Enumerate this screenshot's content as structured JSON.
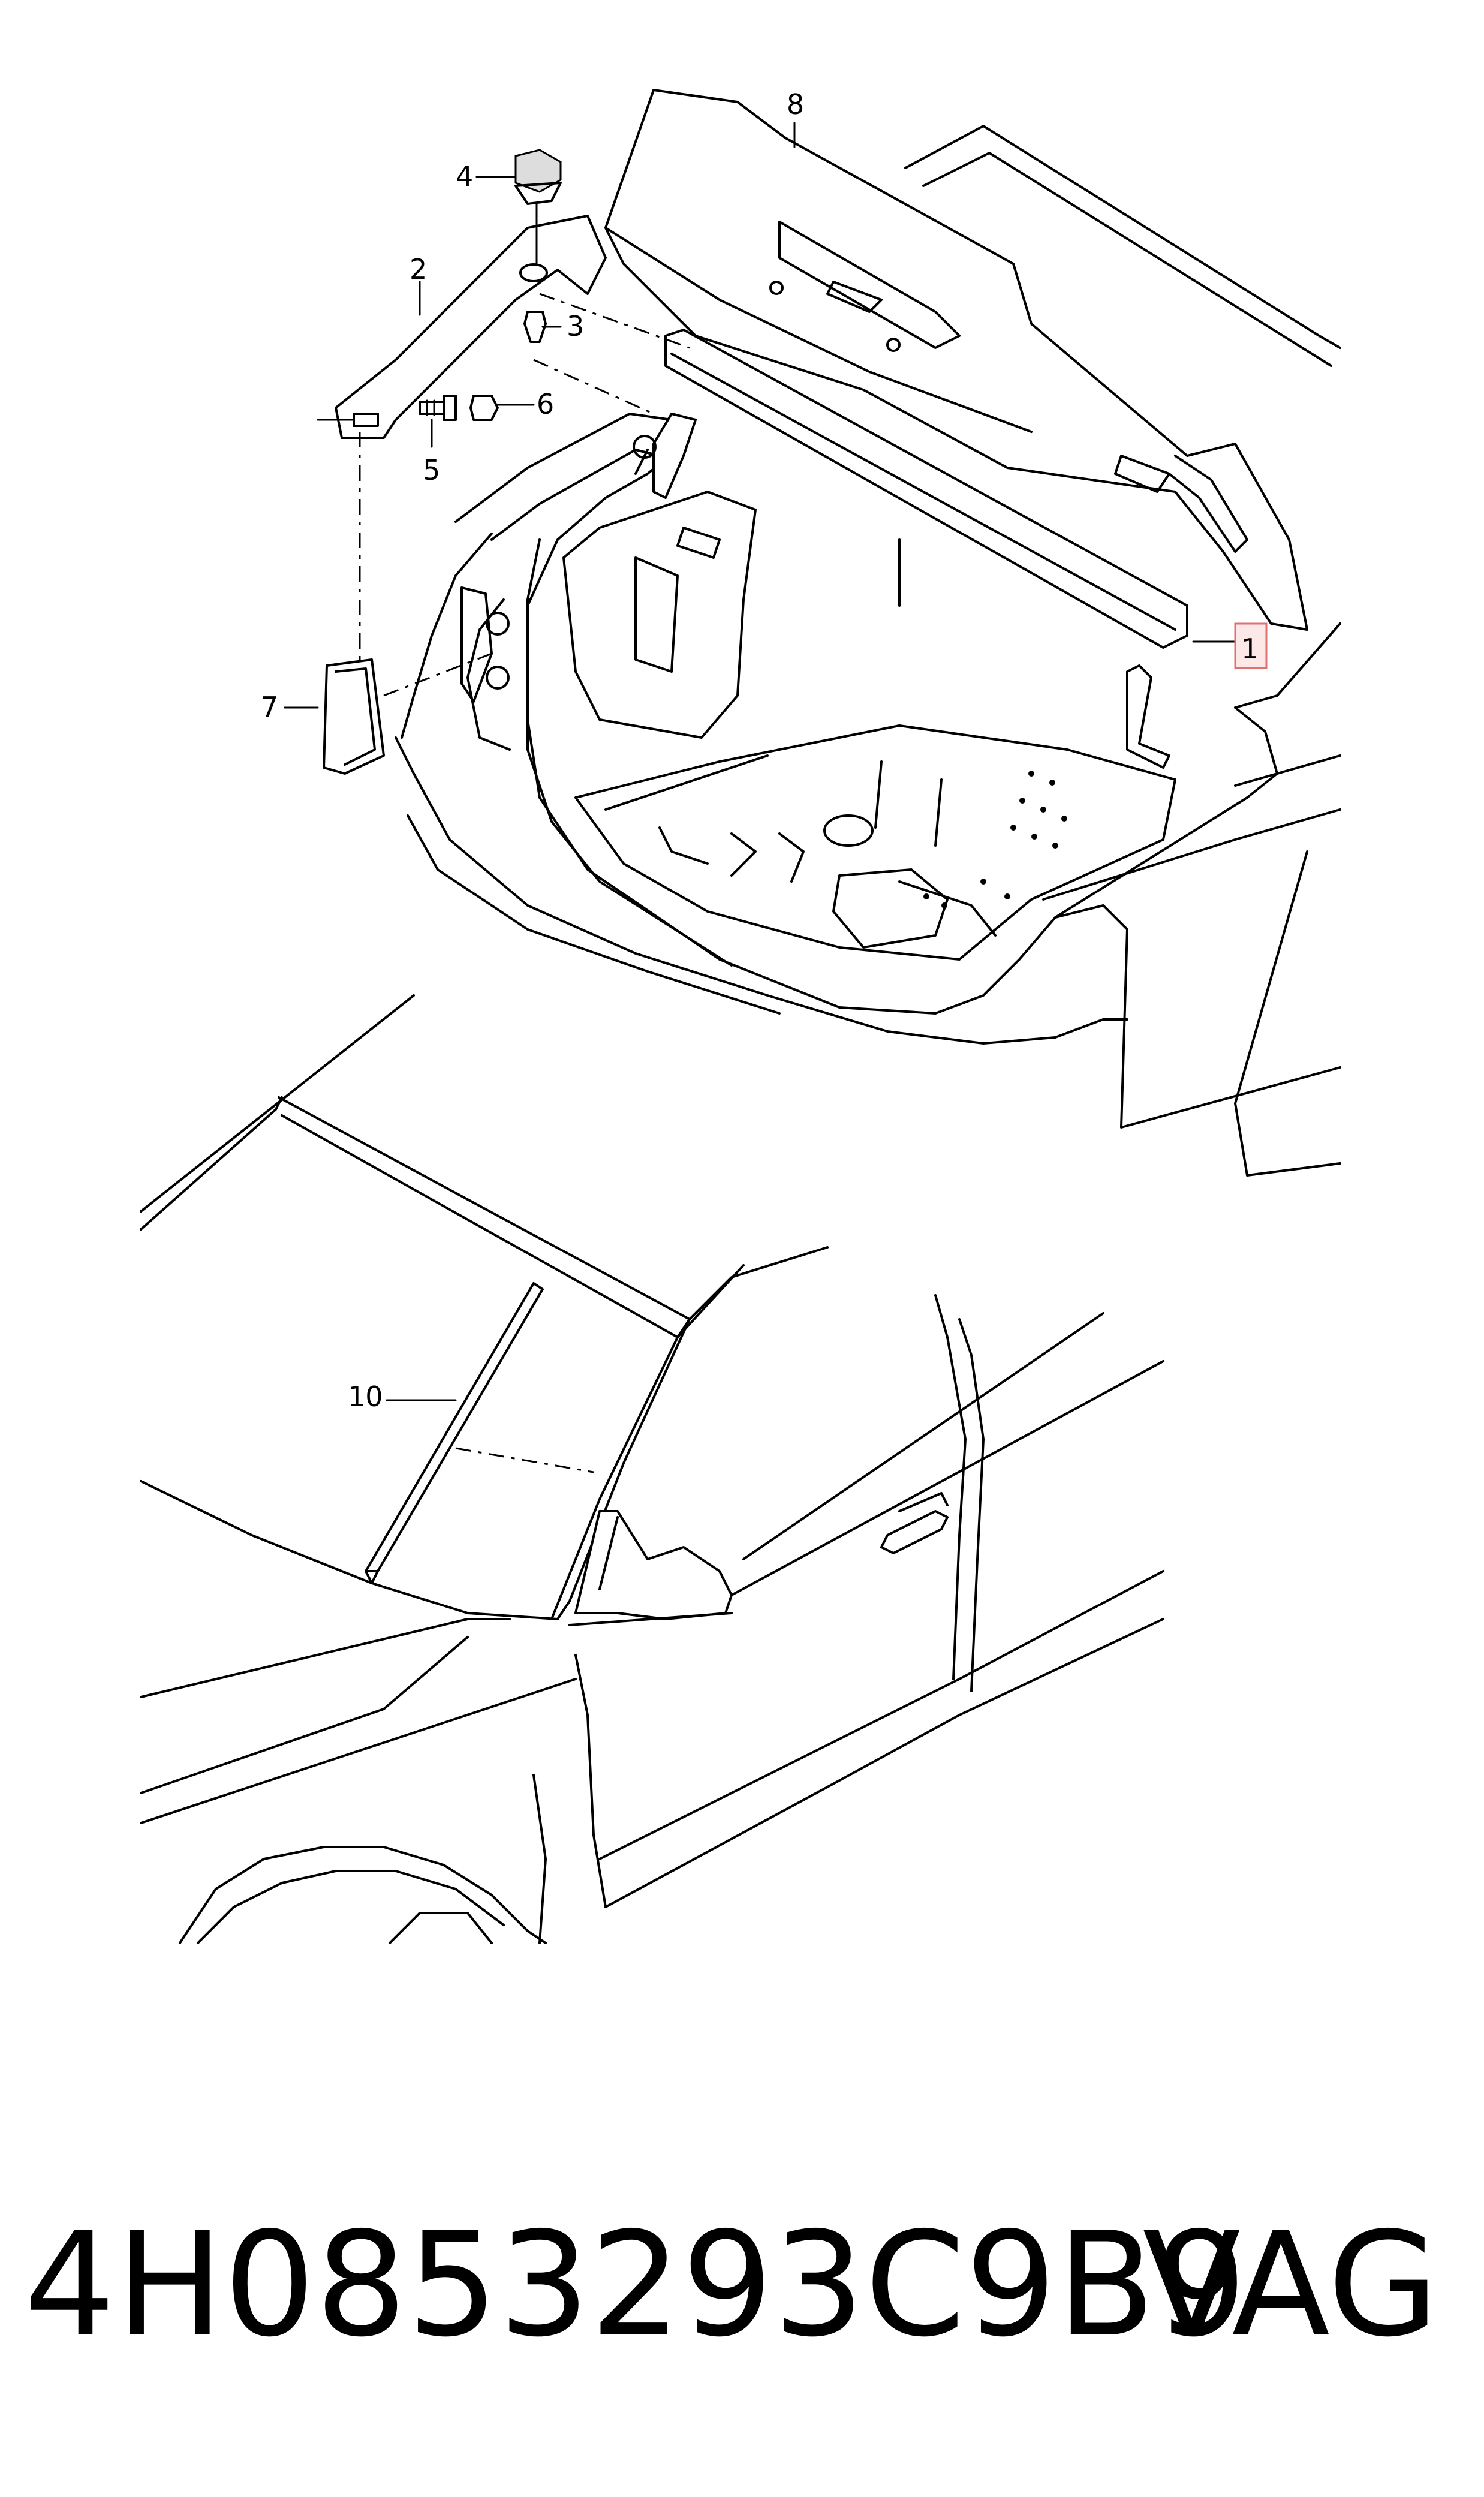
{
  "callouts": {
    "c1": "1",
    "c2": "2",
    "c3": "3",
    "c4": "4",
    "c5": "5",
    "c6": "6",
    "c7": "7",
    "c8": "8",
    "c10": "10"
  },
  "footer": {
    "part_number": "4H0853293C9B9",
    "brand": "VAG"
  },
  "colors": {
    "line": "#000000",
    "highlight_fill": "#fde8e8",
    "highlight_stroke": "#e07070"
  }
}
